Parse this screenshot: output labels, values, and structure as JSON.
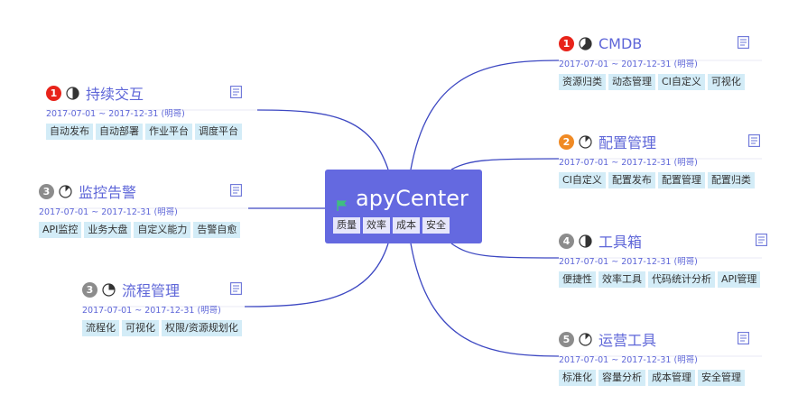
{
  "center": {
    "title": "apyCenter",
    "labels": [
      "质量",
      "效率",
      "成本",
      "安全"
    ],
    "flag_color": "#3fbf7f"
  },
  "colors": {
    "link": "#3d48c2",
    "title": "#5e66d8",
    "center_bg": "#6469e0",
    "label_bg": "#d3ecf7",
    "prio_1": "#e8231a",
    "prio_2": "#f08a24",
    "prio_other": "#8c8c8c"
  },
  "topics": [
    {
      "id": "cmdb",
      "priority": "1",
      "progress_pct": 62,
      "title": "CMDB",
      "date": "2017-07-01 ~ 2017-12-31  (明哥)",
      "labels": [
        "资源归类",
        "动态管理",
        "CI自定义",
        "可视化"
      ]
    },
    {
      "id": "config",
      "priority": "2",
      "progress_pct": 12,
      "title": "配置管理",
      "date": "2017-07-01 ~ 2017-12-31  (明哥)",
      "labels": [
        "CI自定义",
        "配置发布",
        "配置管理",
        "配置归类"
      ]
    },
    {
      "id": "toolbox",
      "priority": "4",
      "progress_pct": 50,
      "title": "工具箱",
      "date": "2017-07-01 ~ 2017-12-31  (明哥)",
      "labels": [
        "便捷性",
        "效率工具",
        "代码统计分析",
        "API管理"
      ]
    },
    {
      "id": "ops",
      "priority": "5",
      "progress_pct": 12,
      "title": "运营工具",
      "date": "2017-07-01 ~ 2017-12-31  (明哥)",
      "labels": [
        "标准化",
        "容量分析",
        "成本管理",
        "安全管理"
      ]
    },
    {
      "id": "interact",
      "priority": "1",
      "progress_pct": 50,
      "title": "持续交互",
      "date": "2017-07-01 ~ 2017-12-31  (明哥)",
      "labels": [
        "自动发布",
        "自动部署",
        "作业平台",
        "调度平台"
      ]
    },
    {
      "id": "monitor",
      "priority": "3",
      "progress_pct": 12,
      "title": "监控告警",
      "date": "2017-07-01 ~ 2017-12-31  (明哥)",
      "labels": [
        "API监控",
        "业务大盘",
        "自定义能力",
        "告警自愈"
      ]
    },
    {
      "id": "process",
      "priority": "3",
      "progress_pct": 25,
      "title": "流程管理",
      "date": "2017-07-01 ~ 2017-12-31  (明哥)",
      "labels": [
        "流程化",
        "可视化",
        "权限/资源规划化"
      ]
    }
  ]
}
